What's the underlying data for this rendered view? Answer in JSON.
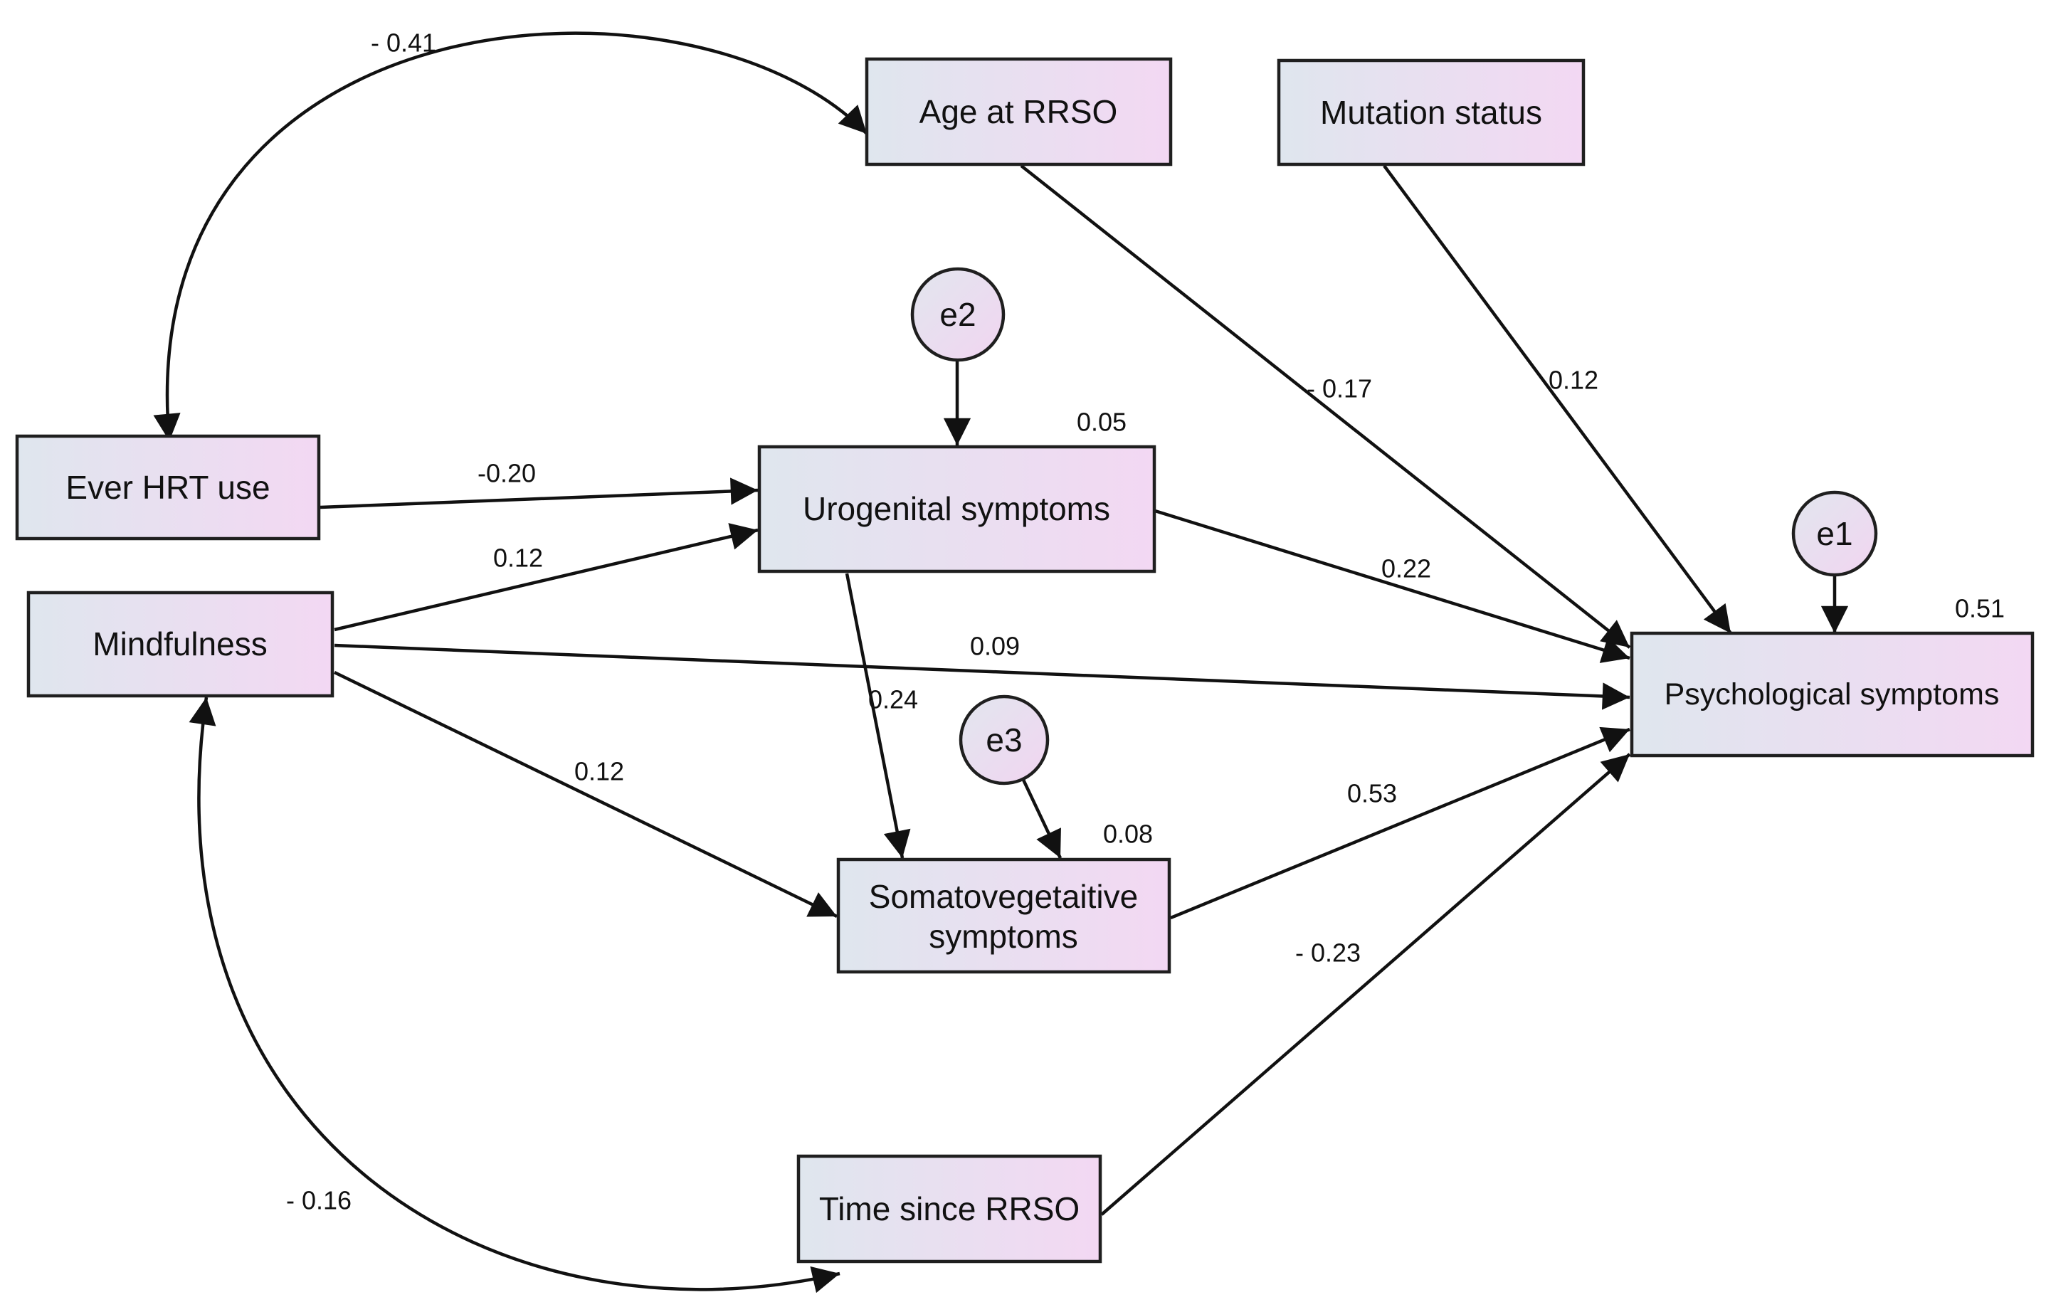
{
  "variables": {
    "age_at_rrso": "Age at RRSO",
    "mutation_status": "Mutation status",
    "ever_hrt_use": "Ever HRT use",
    "mindfulness": "Mindfulness",
    "urogenital_symptoms": "Urogenital symptoms",
    "somatovegetative_line1": "Somatovegetaitive",
    "somatovegetative_line2": "symptoms",
    "psychological_symptoms": "Psychological symptoms",
    "time_since_rrso": "Time since RRSO"
  },
  "error_terms": {
    "e1": "e1",
    "e2": "e2",
    "e3": "e3"
  },
  "r_squared": {
    "urogenital": "0.05",
    "somatovegetative": "0.08",
    "psychological": "0.51"
  },
  "covariances": {
    "age_hrt": "- 0.41",
    "mindfulness_time": "- 0.16"
  },
  "paths": {
    "hrt_to_urogenital": "-0.20",
    "mindfulness_to_urogenital": "0.12",
    "mindfulness_to_psychological": "0.09",
    "mindfulness_to_somatovegetative": "0.12",
    "urogenital_to_somatovegetative": "0.24",
    "urogenital_to_psychological": "0.22",
    "somatovegetative_to_psychological": "0.53",
    "age_to_psychological": "- 0.17",
    "mutation_to_psychological": "0.12",
    "time_to_psychological": "- 0.23"
  }
}
